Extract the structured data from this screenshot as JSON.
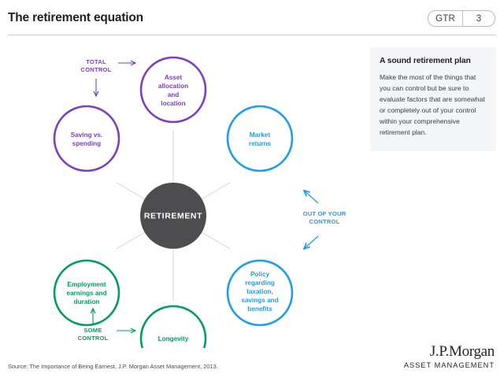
{
  "header": {
    "title": "The retirement equation",
    "badge_label": "GTR",
    "badge_number": "3"
  },
  "callout": {
    "title": "A sound retirement plan",
    "body": "Make the most of the things that you can control but be sure to evaluate factors that are somewhat or completely out of your control within your comprehensive retirement plan."
  },
  "diagram": {
    "hub_label": "RETIREMENT",
    "hub_color": "#4d4d4f",
    "spoke_color": "#d3d3d3",
    "colors": {
      "purple": "#7b3fc4",
      "blue": "#1e9cf0",
      "green": "#00a05a"
    },
    "nodes": [
      {
        "id": "asset-allocation",
        "lines": [
          "Asset",
          "allocation",
          "and",
          "location"
        ],
        "color": "#7b3fc4",
        "group": "total-control"
      },
      {
        "id": "saving-vs-spending",
        "lines": [
          "Saving vs.",
          "spending"
        ],
        "color": "#7b3fc4",
        "group": "total-control"
      },
      {
        "id": "market-returns",
        "lines": [
          "Market",
          "returns"
        ],
        "color": "#1e9cf0",
        "group": "out-of-your-control"
      },
      {
        "id": "policy",
        "lines": [
          "Policy",
          "regarding",
          "taxation,",
          "savings and",
          "benefits"
        ],
        "color": "#1e9cf0",
        "group": "out-of-your-control"
      },
      {
        "id": "employment-earnings",
        "lines": [
          "Employment",
          "earnings and",
          "duration"
        ],
        "color": "#00a05a",
        "group": "some-control"
      },
      {
        "id": "longevity",
        "lines": [
          "Longevity"
        ],
        "color": "#00a05a",
        "group": "some-control"
      }
    ],
    "annotations": [
      {
        "id": "total-control",
        "lines": [
          "TOTAL",
          "CONTROL"
        ],
        "color": "#7b3fc4"
      },
      {
        "id": "out-of-your-control",
        "lines": [
          "OUT OF YOUR",
          "CONTROL"
        ],
        "color": "#1e9cf0"
      },
      {
        "id": "some-control",
        "lines": [
          "SOME",
          "CONTROL"
        ],
        "color": "#00a05a"
      }
    ]
  },
  "footer": {
    "source": "Source: The Importance of Being Earnest, J.P. Morgan Asset Management, 2013.",
    "logo_main": "J.P.Morgan",
    "logo_sub": "ASSET MANAGEMENT"
  }
}
